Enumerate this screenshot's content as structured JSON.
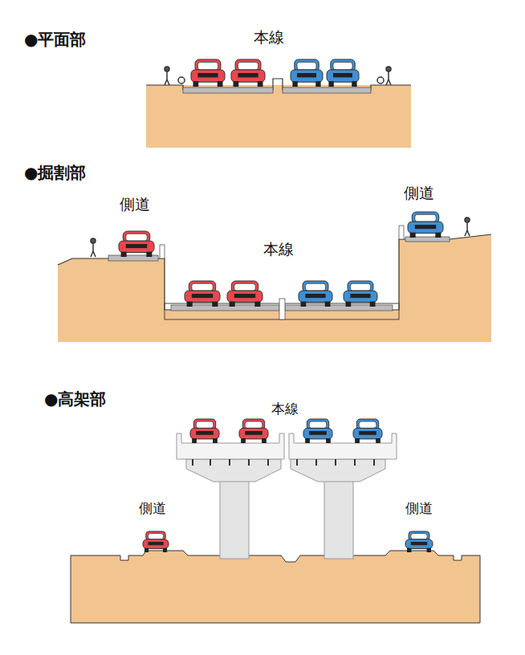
{
  "diagram": {
    "labels": [
      "●平面部",
      "本線",
      "●掘割部",
      "側道",
      "側道",
      "本線",
      "●高架部",
      "本線",
      "側道",
      "側道"
    ]
  }
}
